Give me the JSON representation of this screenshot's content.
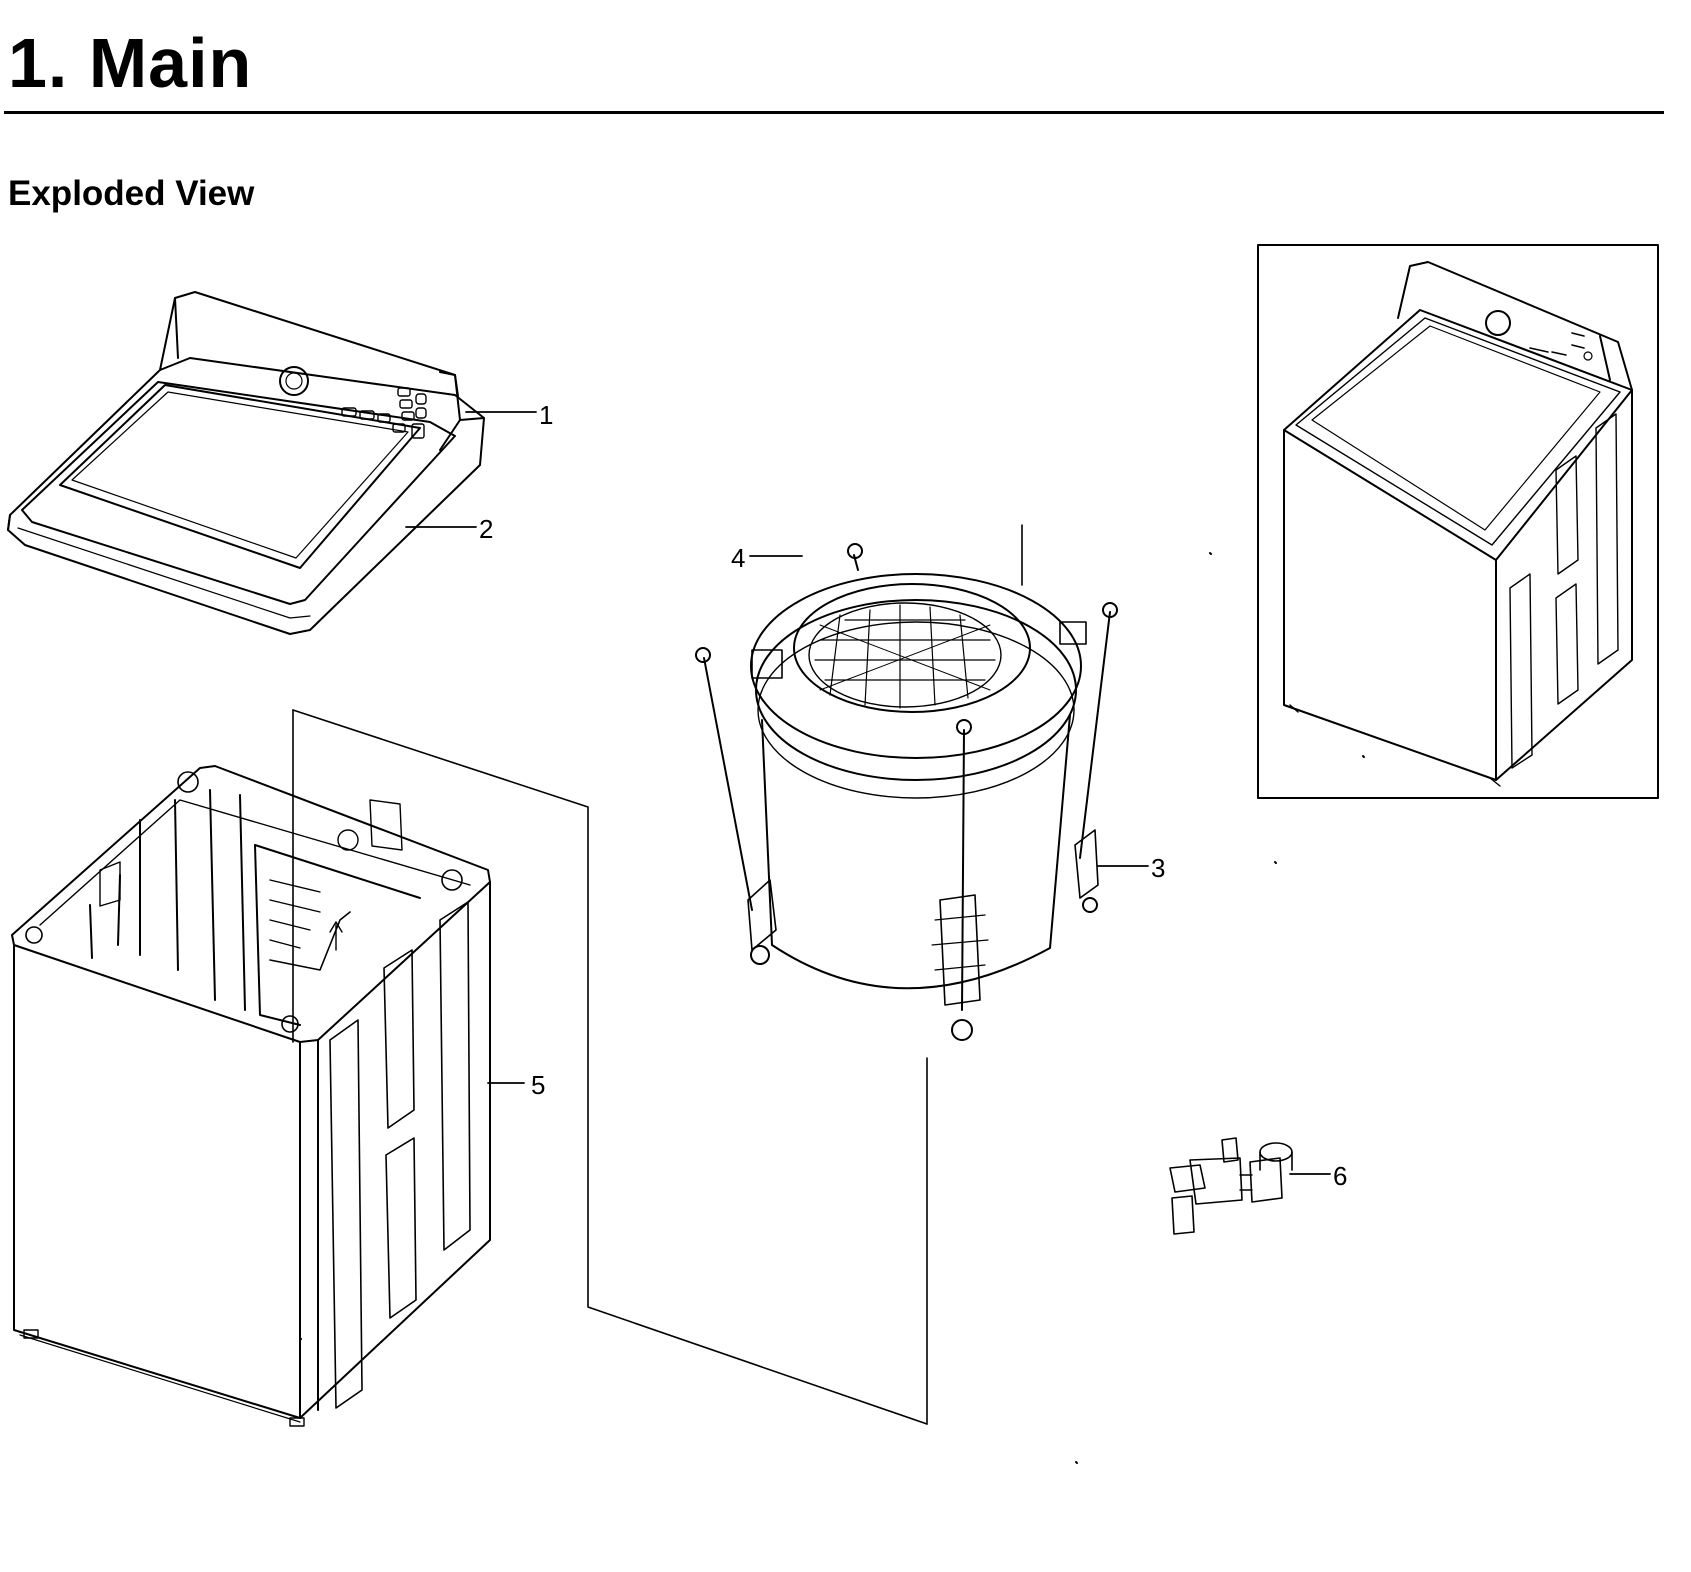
{
  "page": {
    "title": "1.  Main",
    "subtitle": "Exploded View"
  },
  "callouts": [
    {
      "id": "1",
      "label": "1"
    },
    {
      "id": "2",
      "label": "2"
    },
    {
      "id": "3",
      "label": "3"
    },
    {
      "id": "4",
      "label": "4"
    },
    {
      "id": "5",
      "label": "5"
    },
    {
      "id": "6",
      "label": "6"
    }
  ],
  "colors": {
    "line": "#000000",
    "background": "#ffffff"
  }
}
